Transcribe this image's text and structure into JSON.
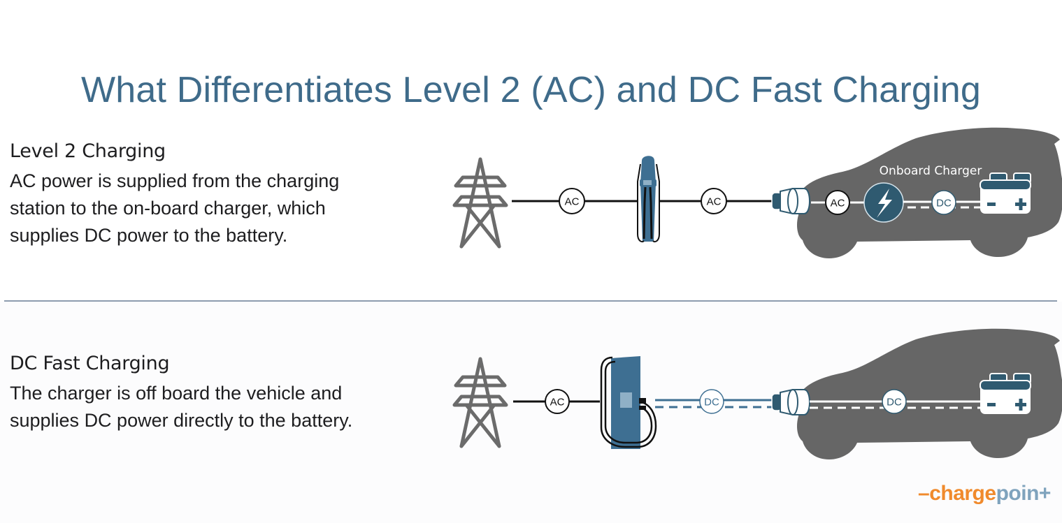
{
  "title": "What Differentiates Level 2 (AC) and DC Fast Charging",
  "colors": {
    "title": "#3f6b8a",
    "accent_blue": "#3e6f92",
    "dark_teal": "#2f5a70",
    "tower_gray": "#6b6b6b",
    "car_gray": "#666666",
    "divider": "#8d9cae",
    "logo_orange": "#f08a2c",
    "logo_blue": "#7fa3bd"
  },
  "sections": {
    "level2": {
      "heading": "Level 2 Charging",
      "description_lines": [
        "AC power is supplied from the charging",
        "station to the on-board charger, which",
        "supplies DC power to the battery."
      ],
      "diagram": {
        "nodes": [
          "power-tower",
          "level2-wall-charger",
          "charge-port",
          "onboard-charger",
          "battery"
        ],
        "labels": {
          "grid_to_station": "AC",
          "station_to_car": "AC",
          "port_to_onboard": "AC",
          "onboard_to_battery": "DC",
          "onboard_charger": "Onboard Charger"
        }
      }
    },
    "dc_fast": {
      "heading": "DC Fast Charging",
      "description_lines": [
        "The charger is off board the vehicle and",
        "supplies DC power directly to the battery."
      ],
      "diagram": {
        "nodes": [
          "power-tower",
          "dc-fast-charger",
          "charge-port",
          "battery"
        ],
        "labels": {
          "grid_to_station": "AC",
          "station_to_car": "DC",
          "port_to_battery": "DC"
        }
      }
    }
  },
  "battery": {
    "minus": "-",
    "plus": "+"
  },
  "logo": {
    "dash": "–",
    "part1": "charge",
    "part2": "poin+"
  }
}
